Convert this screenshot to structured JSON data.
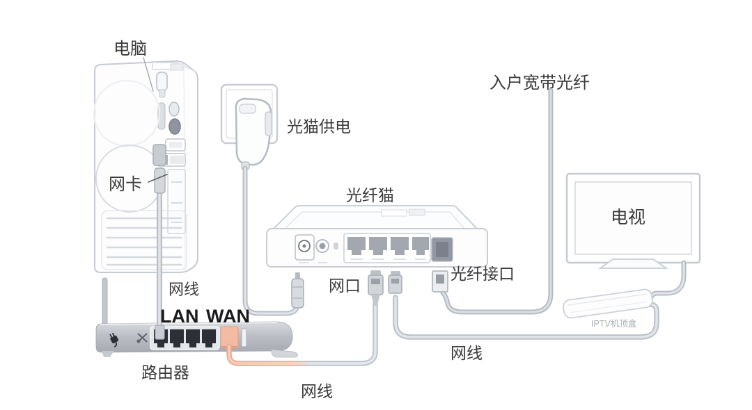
{
  "diagram": {
    "labels": {
      "computer": "电脑",
      "nic": "网卡",
      "modem_power": "光猫供电",
      "modem": "光纤猫",
      "incoming_fiber": "入户宽带光纤",
      "tv": "电视",
      "fiber_port": "光纤接口",
      "lan_port": "网口",
      "cable_computer": "网线",
      "lan": "LAN",
      "wan": "WAN",
      "router": "路由器",
      "cable_wan": "网线",
      "cable_iptv": "网线",
      "stb": "IPTV机顶盒"
    },
    "colors": {
      "outline": "#c9cdd3",
      "cable_outer": "#b9bec6",
      "cable_inner": "#e2e5e9",
      "wan_cable": "#f1b199",
      "wan_port": "#f4bba3",
      "router_body": "#b8bbc1",
      "port_dark": "#2c2f35",
      "text": "#333333",
      "text_light": "#a8abb3"
    }
  }
}
